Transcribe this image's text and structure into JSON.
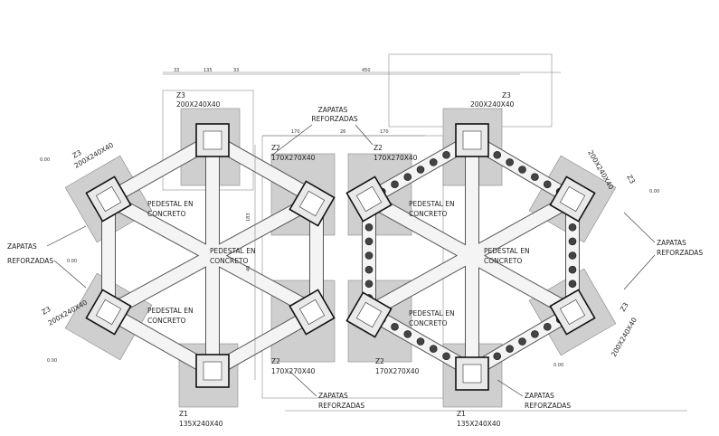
{
  "labels": {
    "zapatas_reforzadas": "ZAPATAS REFORZADAS",
    "pedestal_en_concreto": "PEDESTAL EN CONCRETO",
    "z1": "Z1",
    "z1_size": "135X240X40",
    "z2": "Z2",
    "z2_size": "170X270X40",
    "z3": "Z3",
    "z3_size_a": "200X240X40",
    "z3_size_b": "200X240X40"
  },
  "dimensions": {
    "top_a": "33",
    "top_b": "135",
    "top_c": "33",
    "top_span": "450",
    "mid_a": "170",
    "mid_b": "26",
    "mid_c": "170",
    "v_a": "183",
    "v_b": "40",
    "level": "0.00"
  },
  "colors": {
    "pad": "#cfcfcf",
    "pedestal_border": "#111111",
    "beam": "#f4f4f4",
    "hole": "#444444"
  }
}
